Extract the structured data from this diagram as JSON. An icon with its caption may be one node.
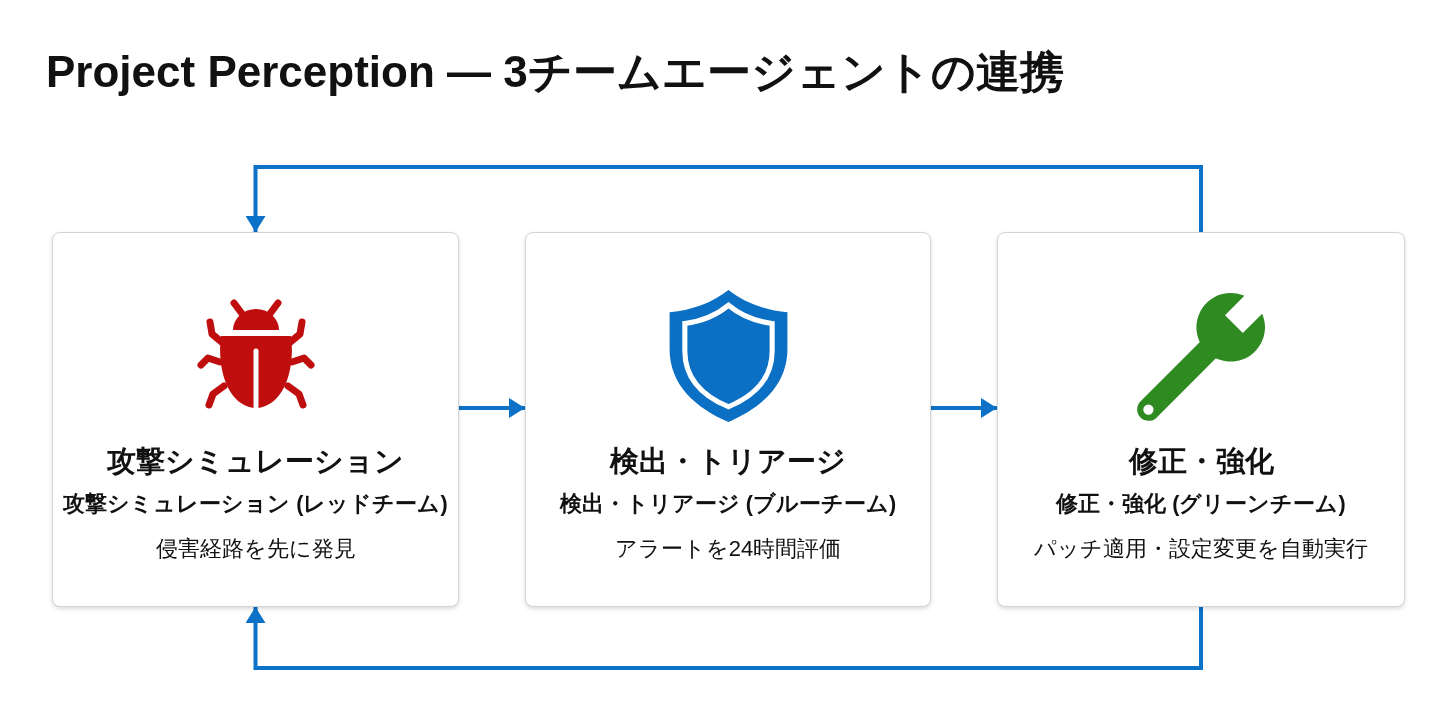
{
  "diagram": {
    "title": "Project Perception — 3チームエージェントの連携",
    "nodes": [
      {
        "text": [
          "攻撃シミュレーション",
          "攻撃シミュレーション (レッドチーム)",
          "侵害経路を先に発見"
        ]
      },
      {
        "text": [
          "検出・トリアージ",
          "検出・トリアージ (ブルーチーム)",
          "アラートを24時間評価"
        ]
      },
      {
        "text": [
          "修正・強化",
          "修正・強化 (グリーンチーム)",
          "パッチ適用・設定変更を自動実行"
        ]
      }
    ],
    "edges": [
      {
        "from": 0,
        "to": 1,
        "arrow": "to"
      },
      {
        "from": 1,
        "to": 2,
        "arrow": "to"
      },
      {
        "from": 2,
        "to": 0,
        "arrow": "to"
      },
      {
        "from": 2,
        "to": 0,
        "arrow": "to"
      }
    ]
  }
}
